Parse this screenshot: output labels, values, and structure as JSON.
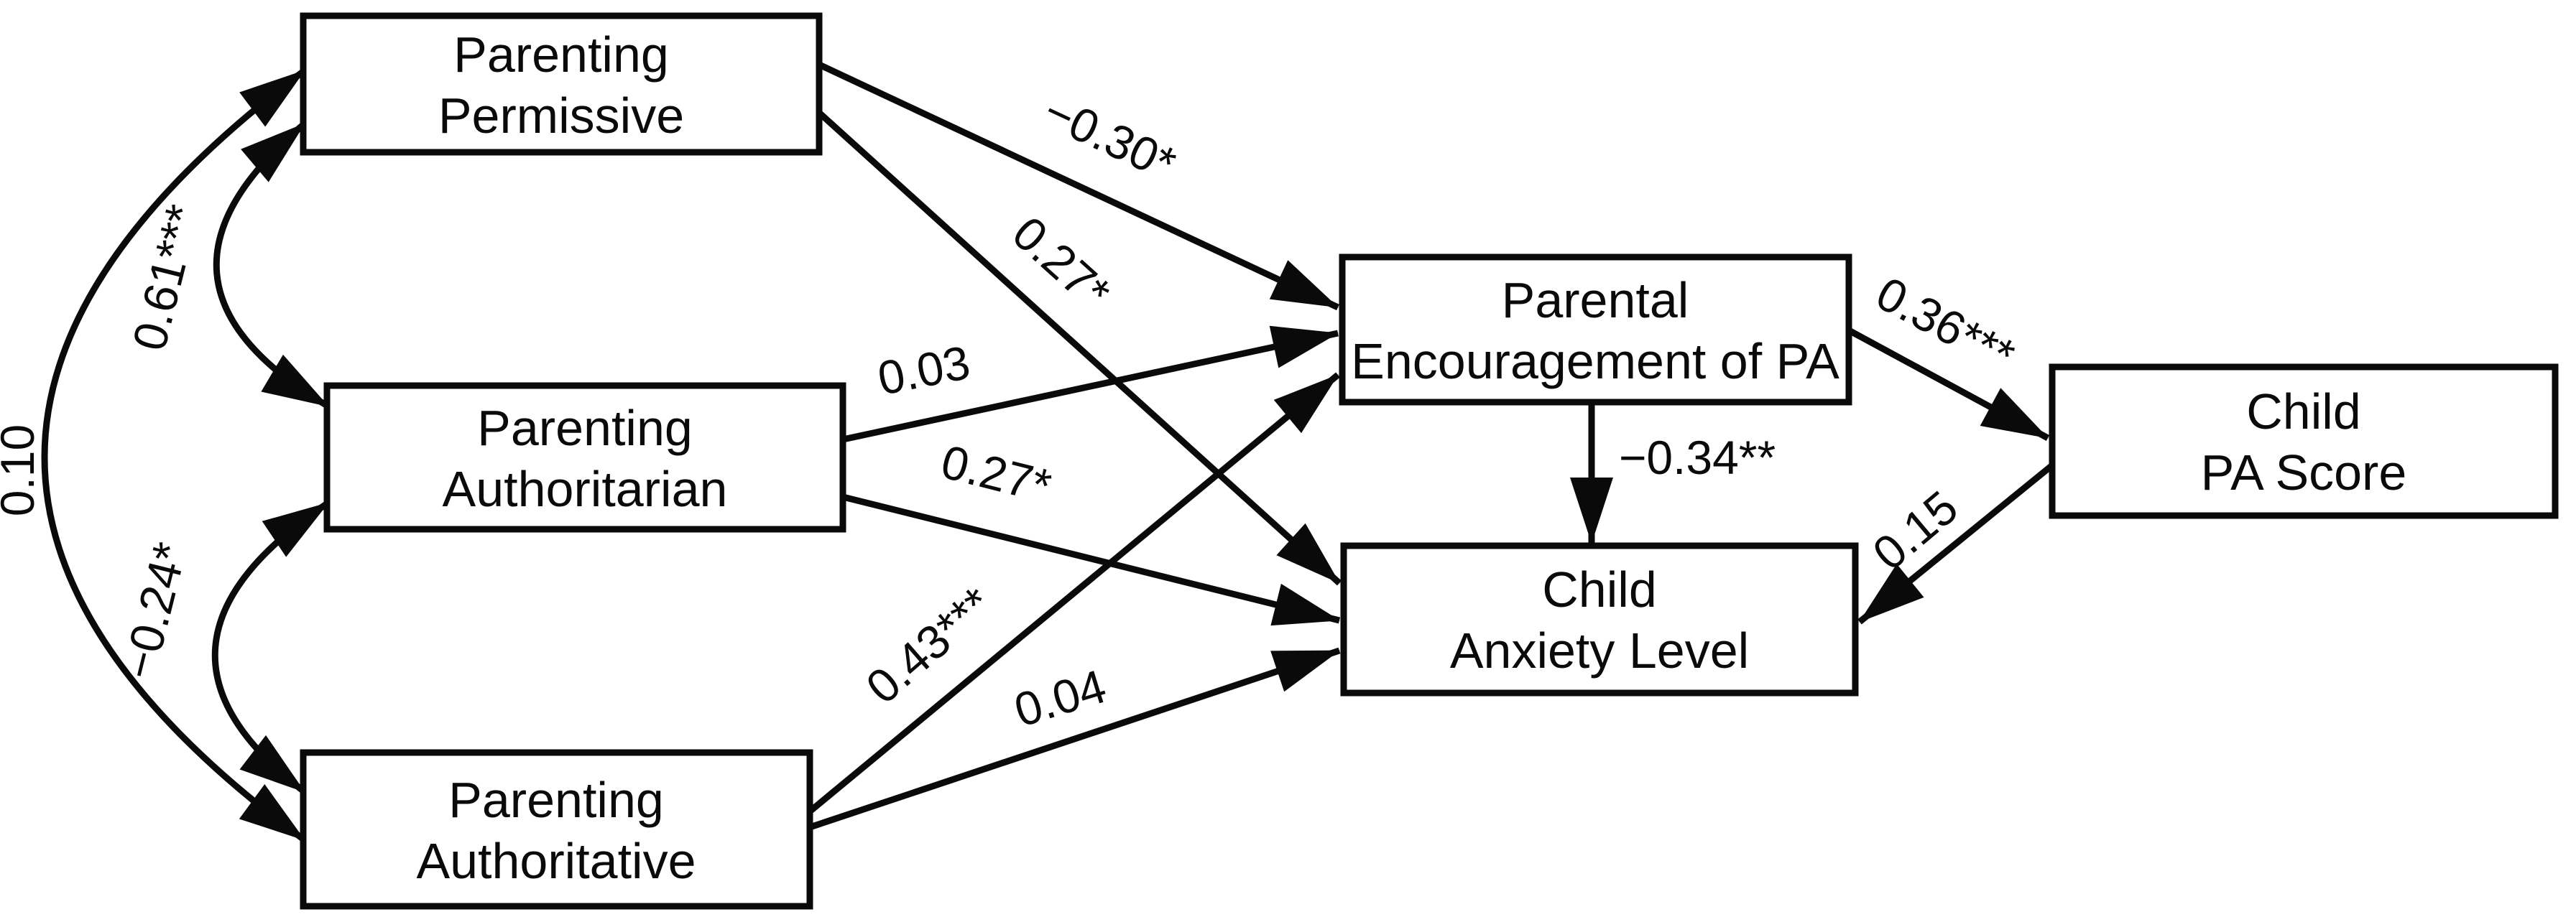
{
  "figure": {
    "type": "path-diagram",
    "background": "#ffffff",
    "line_color": "#0a0a0a",
    "text_color": "#0a0a0a"
  },
  "nodes": {
    "permissive": {
      "line1": "Parenting",
      "line2": "Permissive"
    },
    "authoritarian": {
      "line1": "Parenting",
      "line2": "Authoritarian"
    },
    "authoritative": {
      "line1": "Parenting",
      "line2": "Authoritative"
    },
    "encouragement": {
      "line1": "Parental",
      "line2": "Encouragement of PA"
    },
    "anxiety": {
      "line1": "Child",
      "line2": "Anxiety Level"
    },
    "pa_score": {
      "line1": "Child",
      "line2": "PA Score"
    }
  },
  "paths": {
    "permissive_to_encouragement": {
      "from": "Parenting Permissive",
      "to": "Parental Encouragement of PA",
      "label": "−0.30*",
      "value": -0.3,
      "significance": "*"
    },
    "permissive_to_anxiety": {
      "from": "Parenting Permissive",
      "to": "Child Anxiety Level",
      "label": "0.27*",
      "value": 0.27,
      "significance": "*"
    },
    "authoritarian_to_encouragement": {
      "from": "Parenting Authoritarian",
      "to": "Parental Encouragement of PA",
      "label": "0.03",
      "value": 0.03,
      "significance": ""
    },
    "authoritarian_to_anxiety": {
      "from": "Parenting Authoritarian",
      "to": "Child Anxiety Level",
      "label": "0.27*",
      "value": 0.27,
      "significance": "*"
    },
    "authoritative_to_encouragement": {
      "from": "Parenting Authoritative",
      "to": "Parental Encouragement of PA",
      "label": "0.43***",
      "value": 0.43,
      "significance": "***"
    },
    "authoritative_to_anxiety": {
      "from": "Parenting Authoritative",
      "to": "Child Anxiety Level",
      "label": "0.04",
      "value": 0.04,
      "significance": ""
    },
    "encouragement_to_pa_score": {
      "from": "Parental Encouragement of PA",
      "to": "Child PA Score",
      "label": "0.36***",
      "value": 0.36,
      "significance": "***"
    },
    "encouragement_to_anxiety": {
      "from": "Parental Encouragement of PA",
      "to": "Child Anxiety Level",
      "label": "−0.34**",
      "value": -0.34,
      "significance": "**"
    },
    "pa_score_to_anxiety": {
      "from": "Child PA Score",
      "to": "Child Anxiety Level",
      "label": "0.15",
      "value": 0.15,
      "significance": ""
    }
  },
  "covariances": {
    "permissive_authoritarian": {
      "between": "Parenting Permissive and Parenting Authoritarian",
      "label": "0.61***",
      "value": 0.61,
      "significance": "***"
    },
    "authoritarian_authoritative": {
      "between": "Parenting Authoritarian and Parenting Authoritative",
      "label": "−0.24*",
      "value": -0.24,
      "significance": "*"
    },
    "permissive_authoritative": {
      "between": "Parenting Permissive and Parenting Authoritative",
      "label": "0.10",
      "value": 0.1,
      "significance": ""
    }
  }
}
